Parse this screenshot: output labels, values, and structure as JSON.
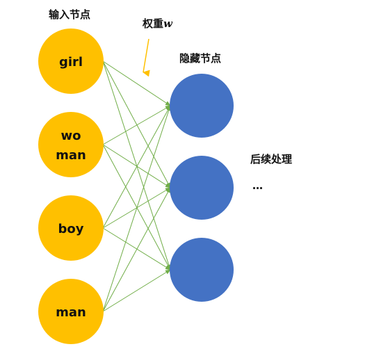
{
  "labels": {
    "input_nodes": "输入节点",
    "weight_prefix": "权重",
    "weight_var": "w",
    "hidden_nodes": "隐藏节点",
    "further_processing": "后续处理",
    "ellipsis": "…"
  },
  "input_nodes": [
    {
      "lines": [
        "girl"
      ]
    },
    {
      "lines": [
        "wo",
        "man"
      ]
    },
    {
      "lines": [
        "boy"
      ]
    },
    {
      "lines": [
        "man"
      ]
    }
  ],
  "hidden_node_count": 3,
  "colors": {
    "input_node": "#FFC000",
    "hidden_node": "#4472C4",
    "connection": "#70AD47",
    "pointer_arrow": "#FFC000"
  }
}
